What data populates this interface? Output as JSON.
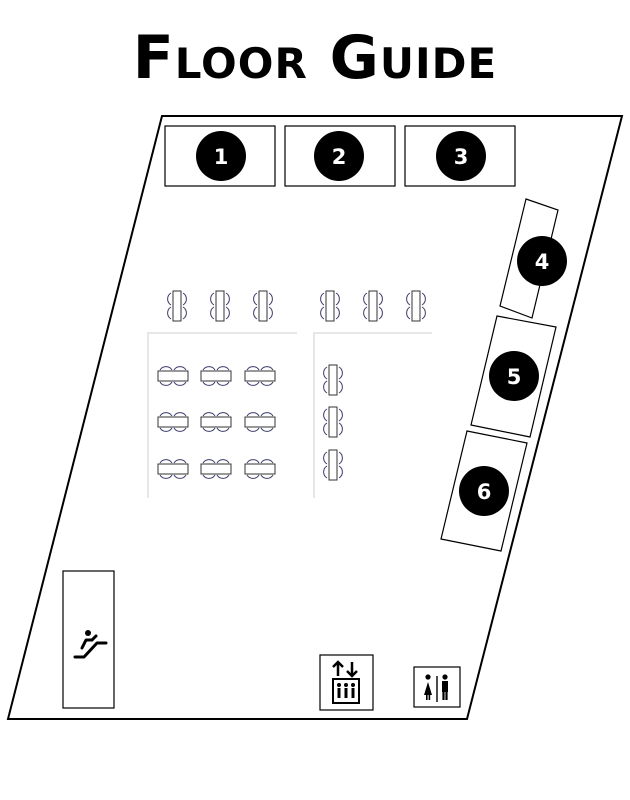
{
  "title": "Floor Guide",
  "colors": {
    "ink": "#000000",
    "paper": "#ffffff",
    "furniture_fill": "#ffffff",
    "furniture_stroke": "#333333",
    "chair_stroke": "#3b3b6b"
  },
  "shops": [
    {
      "number": "1"
    },
    {
      "number": "2"
    },
    {
      "number": "3"
    },
    {
      "number": "4"
    },
    {
      "number": "5"
    },
    {
      "number": "6"
    }
  ],
  "amenities": [
    {
      "name": "escalator",
      "icon": "escalator-icon"
    },
    {
      "name": "elevator",
      "icon": "elevator-icon"
    },
    {
      "name": "restrooms",
      "icon": "restroom-icon"
    }
  ],
  "seating": {
    "dining_area": "food-court-seating"
  }
}
